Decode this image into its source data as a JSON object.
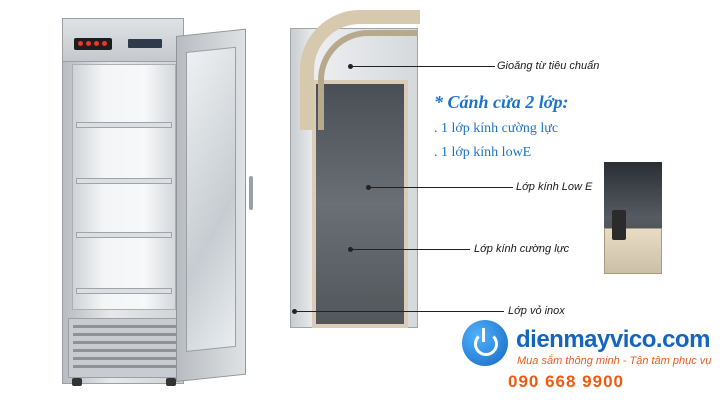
{
  "labels": {
    "gasket": "Gioăng từ tiêu chuẩn",
    "low_e_layer": "Lớp kính Low E",
    "tempered_layer": "Lớp kính cường lực",
    "inox_layer": "Lớp vỏ inox"
  },
  "door_spec": {
    "heading": "* Cánh cửa 2 lớp:",
    "items": [
      ". 1 lớp kính cường lực",
      ". 1 lớp kính lowE"
    ]
  },
  "brand": {
    "name": "dienmayvico.com",
    "slogan": "Mua sắm thông minh - Tận tâm phục vụ",
    "phone": "090 668 9900",
    "logo_icon": "power-icon",
    "primary_color": "#1565c0",
    "accent_color": "#ee5a12"
  }
}
